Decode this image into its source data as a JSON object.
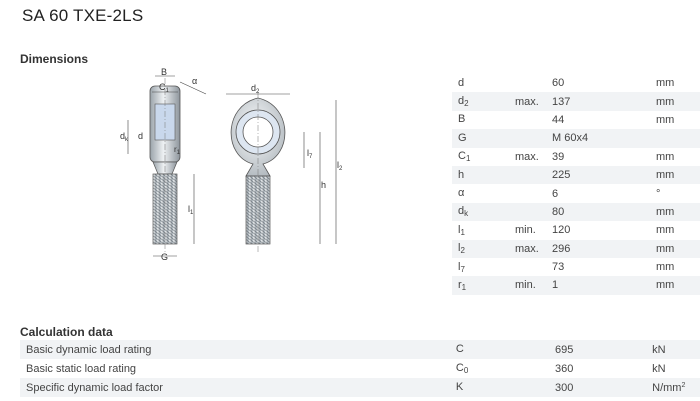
{
  "title": "SA 60 TXE-2LS",
  "dimensions_heading": "Dimensions",
  "calculation_heading": "Calculation data",
  "dimensions": [
    {
      "sym": "d",
      "sub": "",
      "qual": "",
      "value": "60",
      "unit": "mm"
    },
    {
      "sym": "d",
      "sub": "2",
      "qual": "max.",
      "value": "137",
      "unit": "mm"
    },
    {
      "sym": "B",
      "sub": "",
      "qual": "",
      "value": "44",
      "unit": "mm"
    },
    {
      "sym": "G",
      "sub": "",
      "qual": "",
      "value": "M 60x4",
      "unit": ""
    },
    {
      "sym": "C",
      "sub": "1",
      "qual": "max.",
      "value": "39",
      "unit": "mm"
    },
    {
      "sym": "h",
      "sub": "",
      "qual": "",
      "value": "225",
      "unit": "mm"
    },
    {
      "sym": "α",
      "sub": "",
      "qual": "",
      "value": "6",
      "unit": "°"
    },
    {
      "sym": "d",
      "sub": "k",
      "qual": "",
      "value": "80",
      "unit": "mm"
    },
    {
      "sym": "l",
      "sub": "1",
      "qual": "min.",
      "value": "120",
      "unit": "mm"
    },
    {
      "sym": "l",
      "sub": "2",
      "qual": "max.",
      "value": "296",
      "unit": "mm"
    },
    {
      "sym": "l",
      "sub": "7",
      "qual": "",
      "value": "73",
      "unit": "mm"
    },
    {
      "sym": "r",
      "sub": "1",
      "qual": "min.",
      "value": "1",
      "unit": "mm"
    }
  ],
  "calculation": [
    {
      "label": "Basic dynamic load rating",
      "sym": "C",
      "sub": "",
      "value": "695",
      "unit": "kN",
      "unit_sup": ""
    },
    {
      "label": "Basic static load rating",
      "sym": "C",
      "sub": "0",
      "value": "360",
      "unit": "kN",
      "unit_sup": ""
    },
    {
      "label": "Specific dynamic load factor",
      "sym": "K",
      "sub": "",
      "value": "300",
      "unit": "N/mm",
      "unit_sup": "2"
    }
  ],
  "drawing_labels": {
    "B": "B",
    "C1": "C",
    "C1_sub": "1",
    "alpha": "α",
    "dk": "d",
    "dk_sub": "k",
    "d": "d",
    "r1": "r",
    "r1_sub": "1",
    "l1": "l",
    "l1_sub": "1",
    "G": "G",
    "d2": "d",
    "d2_sub": "2",
    "l7": "l",
    "l7_sub": "7",
    "h": "h",
    "l2": "l",
    "l2_sub": "2"
  }
}
